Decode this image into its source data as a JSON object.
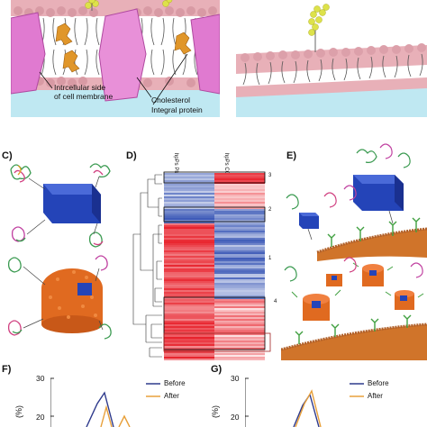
{
  "panels": {
    "c": "C)",
    "d": "D)",
    "e": "E)",
    "f": "F)",
    "g": "G)"
  },
  "membrane_labels": {
    "intracellular": "Intrcellular side\nof cell membrane",
    "cholesterol": "Cholesterol",
    "integral": "Integral protein"
  },
  "heatmap": {
    "col1": "hpPs Plasma",
    "col2": "hpPs COM",
    "clusters": [
      "3",
      "2",
      "1",
      "4"
    ]
  },
  "plot_f": {
    "legend": [
      "Before",
      "After"
    ],
    "ytick_30": "30",
    "ytick_20": "20",
    "ylabel": "(%)"
  },
  "plot_g": {
    "legend": [
      "Before",
      "After"
    ],
    "ytick_30": "30",
    "ytick_20": "20",
    "ylabel": "(%)"
  },
  "colors": {
    "before": "#2e3a8c",
    "after": "#e8a03a",
    "heat_red": "#e8202a",
    "heat_blue": "#2a4ab0",
    "membrane_pink": "#e8b0b8",
    "protein_pink": "#e07ad0",
    "cube_blue": "#2444b8",
    "coat_orange": "#e06a20"
  },
  "chart_data": [
    {
      "type": "line",
      "panel": "F",
      "series": [
        {
          "name": "Before"
        },
        {
          "name": "After"
        }
      ],
      "ylim_visible": [
        15,
        30
      ],
      "note_visible": "cropped"
    },
    {
      "type": "line",
      "panel": "G",
      "series": [
        {
          "name": "Before"
        },
        {
          "name": "After"
        }
      ],
      "ylim_visible": [
        15,
        30
      ]
    }
  ]
}
